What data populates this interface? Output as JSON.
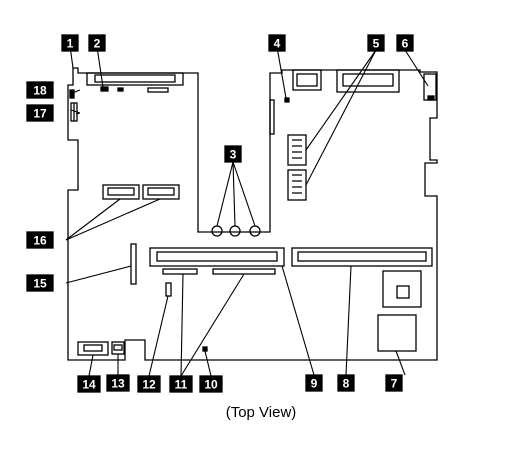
{
  "caption": "(Top View)",
  "callouts": [
    "1",
    "2",
    "3",
    "4",
    "5",
    "6",
    "7",
    "8",
    "9",
    "10",
    "11",
    "12",
    "13",
    "14",
    "15",
    "16",
    "17",
    "18"
  ],
  "colors": {
    "ink": "#000000",
    "paper": "#ffffff"
  }
}
